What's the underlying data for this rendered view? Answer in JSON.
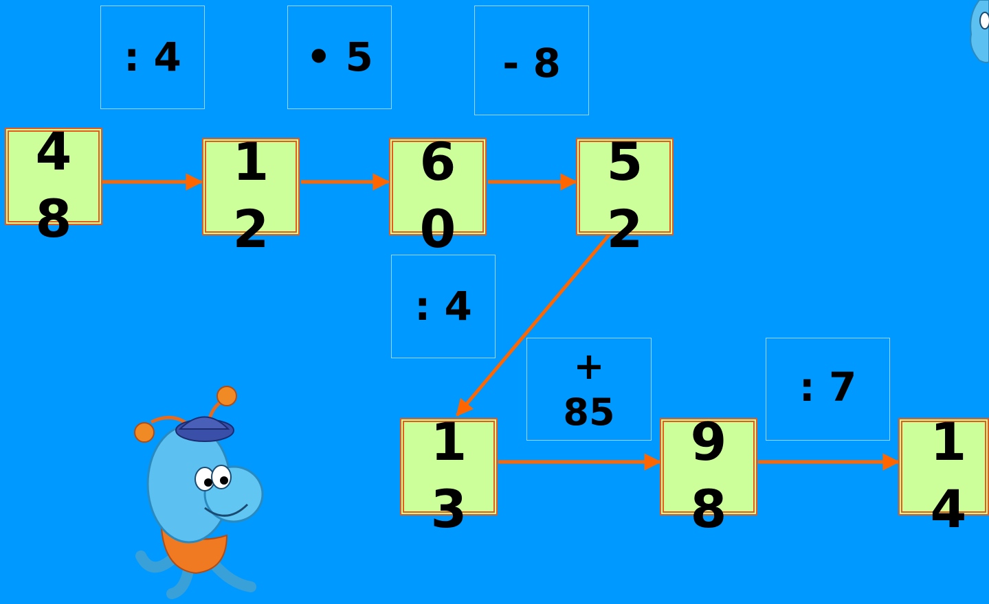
{
  "operations": [
    ":  4",
    "•  5",
    "-  8",
    ":  4",
    "+\n85",
    ":  7"
  ],
  "numbers": [
    {
      "d1": "4",
      "d2": "8"
    },
    {
      "d1": "1",
      "d2": "2"
    },
    {
      "d1": "6",
      "d2": "0"
    },
    {
      "d1": "5",
      "d2": "2"
    },
    {
      "d1": "1",
      "d2": "3"
    },
    {
      "d1": "9",
      "d2": "8"
    },
    {
      "d1": "1",
      "d2": "4"
    }
  ],
  "colors": {
    "background": "#0099ff",
    "box_fill": "#ccff99",
    "box_border": "#e85a1c",
    "arrow": "#ff6600",
    "op_border": "#9fd4ff"
  },
  "icons": {
    "character_main": "blue-cartoon-creature-icon",
    "character_corner": "blue-creature-peeking-icon"
  }
}
